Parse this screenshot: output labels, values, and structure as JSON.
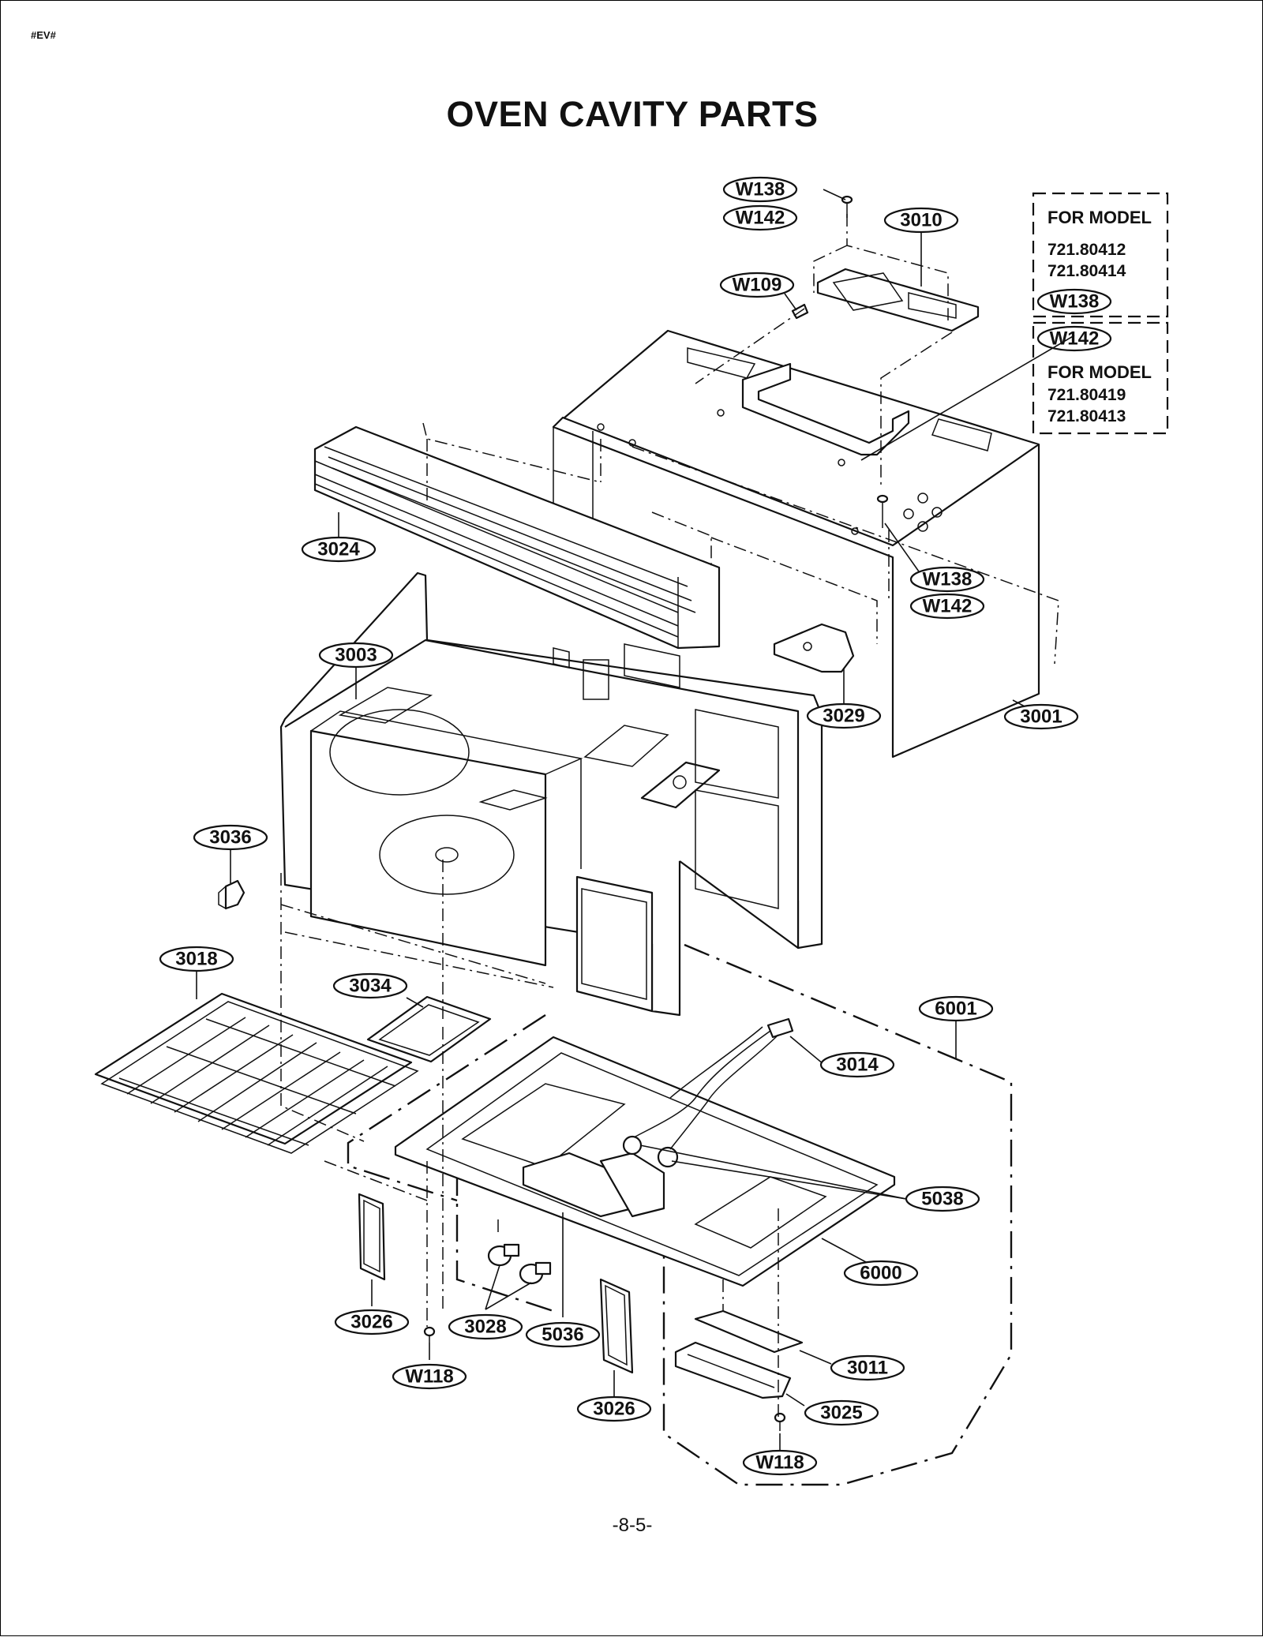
{
  "page_mark": "#EV#",
  "title": "OVEN CAVITY PARTS",
  "page_number": "-8-5-",
  "model_notes": [
    {
      "heading": "FOR MODEL",
      "models": [
        "721.80412",
        "721.80414"
      ],
      "part": "W138"
    },
    {
      "heading": "FOR MODEL",
      "models": [
        "721.80419",
        "721.80413"
      ],
      "part": "W142"
    }
  ],
  "callouts": [
    {
      "id": "c-w138-top",
      "label": "W138"
    },
    {
      "id": "c-w142-top",
      "label": "W142"
    },
    {
      "id": "c-3010",
      "label": "3010"
    },
    {
      "id": "c-w109",
      "label": "W109"
    },
    {
      "id": "c-3024",
      "label": "3024"
    },
    {
      "id": "c-w138-mid",
      "label": "W138"
    },
    {
      "id": "c-w142-mid",
      "label": "W142"
    },
    {
      "id": "c-3003",
      "label": "3003"
    },
    {
      "id": "c-3029",
      "label": "3029"
    },
    {
      "id": "c-3001",
      "label": "3001"
    },
    {
      "id": "c-3036",
      "label": "3036"
    },
    {
      "id": "c-3018",
      "label": "3018"
    },
    {
      "id": "c-3034",
      "label": "3034"
    },
    {
      "id": "c-6001",
      "label": "6001"
    },
    {
      "id": "c-3014",
      "label": "3014"
    },
    {
      "id": "c-5038",
      "label": "5038"
    },
    {
      "id": "c-6000",
      "label": "6000"
    },
    {
      "id": "c-3026-left",
      "label": "3026"
    },
    {
      "id": "c-3028",
      "label": "3028"
    },
    {
      "id": "c-5036",
      "label": "5036"
    },
    {
      "id": "c-w118-left",
      "label": "W118"
    },
    {
      "id": "c-3026-right",
      "label": "3026"
    },
    {
      "id": "c-3011",
      "label": "3011"
    },
    {
      "id": "c-3025",
      "label": "3025"
    },
    {
      "id": "c-w118-right",
      "label": "W118"
    }
  ]
}
